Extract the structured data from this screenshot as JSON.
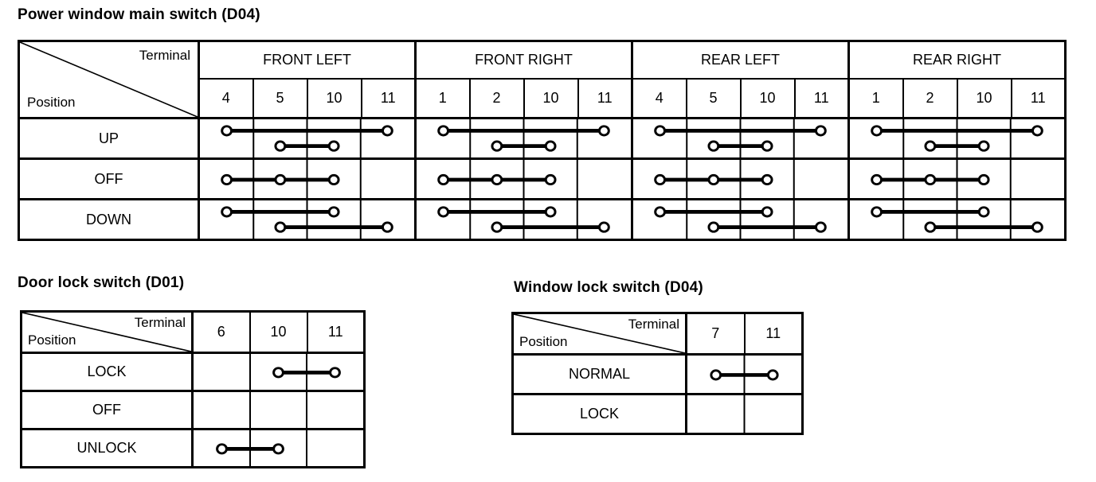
{
  "colors": {
    "ink": "#000000",
    "paper": "#ffffff"
  },
  "tables": [
    {
      "id": "power_window",
      "title": "Power window main switch (D04)",
      "corner": {
        "top_label": "Terminal",
        "bottom_label": "Position"
      },
      "col_groups": [
        {
          "label": "FRONT LEFT",
          "terminals": [
            "4",
            "5",
            "10",
            "11"
          ]
        },
        {
          "label": "FRONT RIGHT",
          "terminals": [
            "1",
            "2",
            "10",
            "11"
          ]
        },
        {
          "label": "REAR LEFT",
          "terminals": [
            "4",
            "5",
            "10",
            "11"
          ]
        },
        {
          "label": "REAR RIGHT",
          "terminals": [
            "1",
            "2",
            "10",
            "11"
          ]
        }
      ],
      "rows": [
        {
          "label": "UP",
          "groups": [
            [
              {
                "cols": [
                  0,
                  3
                ],
                "level": "high"
              },
              {
                "cols": [
                  1,
                  2
                ],
                "level": "low"
              }
            ],
            [
              {
                "cols": [
                  0,
                  3
                ],
                "level": "high"
              },
              {
                "cols": [
                  1,
                  2
                ],
                "level": "low"
              }
            ],
            [
              {
                "cols": [
                  0,
                  3
                ],
                "level": "high"
              },
              {
                "cols": [
                  1,
                  2
                ],
                "level": "low"
              }
            ],
            [
              {
                "cols": [
                  0,
                  3
                ],
                "level": "high"
              },
              {
                "cols": [
                  1,
                  2
                ],
                "level": "low"
              }
            ]
          ]
        },
        {
          "label": "OFF",
          "groups": [
            [
              {
                "cols": [
                  0,
                  1,
                  2
                ],
                "level": "mid"
              }
            ],
            [
              {
                "cols": [
                  0,
                  1,
                  2
                ],
                "level": "mid"
              }
            ],
            [
              {
                "cols": [
                  0,
                  1,
                  2
                ],
                "level": "mid"
              }
            ],
            [
              {
                "cols": [
                  0,
                  1,
                  2
                ],
                "level": "mid"
              }
            ]
          ]
        },
        {
          "label": "DOWN",
          "groups": [
            [
              {
                "cols": [
                  0,
                  2
                ],
                "level": "high"
              },
              {
                "cols": [
                  1,
                  3
                ],
                "level": "low"
              }
            ],
            [
              {
                "cols": [
                  0,
                  2
                ],
                "level": "high"
              },
              {
                "cols": [
                  1,
                  3
                ],
                "level": "low"
              }
            ],
            [
              {
                "cols": [
                  0,
                  2
                ],
                "level": "high"
              },
              {
                "cols": [
                  1,
                  3
                ],
                "level": "low"
              }
            ],
            [
              {
                "cols": [
                  0,
                  2
                ],
                "level": "high"
              },
              {
                "cols": [
                  1,
                  3
                ],
                "level": "low"
              }
            ]
          ]
        }
      ]
    },
    {
      "id": "door_lock",
      "title": "Door lock switch (D01)",
      "corner": {
        "top_label": "Terminal",
        "bottom_label": "Position"
      },
      "col_groups": [
        {
          "label": null,
          "terminals": [
            "6",
            "10",
            "11"
          ]
        }
      ],
      "rows": [
        {
          "label": "LOCK",
          "groups": [
            [
              {
                "cols": [
                  1,
                  2
                ],
                "level": "mid"
              }
            ]
          ]
        },
        {
          "label": "OFF",
          "groups": [
            []
          ]
        },
        {
          "label": "UNLOCK",
          "groups": [
            [
              {
                "cols": [
                  0,
                  1
                ],
                "level": "mid"
              }
            ]
          ]
        }
      ]
    },
    {
      "id": "window_lock",
      "title": "Window lock switch (D04)",
      "corner": {
        "top_label": "Terminal",
        "bottom_label": "Position"
      },
      "col_groups": [
        {
          "label": null,
          "terminals": [
            "7",
            "11"
          ]
        }
      ],
      "rows": [
        {
          "label": "NORMAL",
          "groups": [
            [
              {
                "cols": [
                  0,
                  1
                ],
                "level": "mid"
              }
            ]
          ]
        },
        {
          "label": "LOCK",
          "groups": [
            []
          ]
        }
      ]
    }
  ]
}
